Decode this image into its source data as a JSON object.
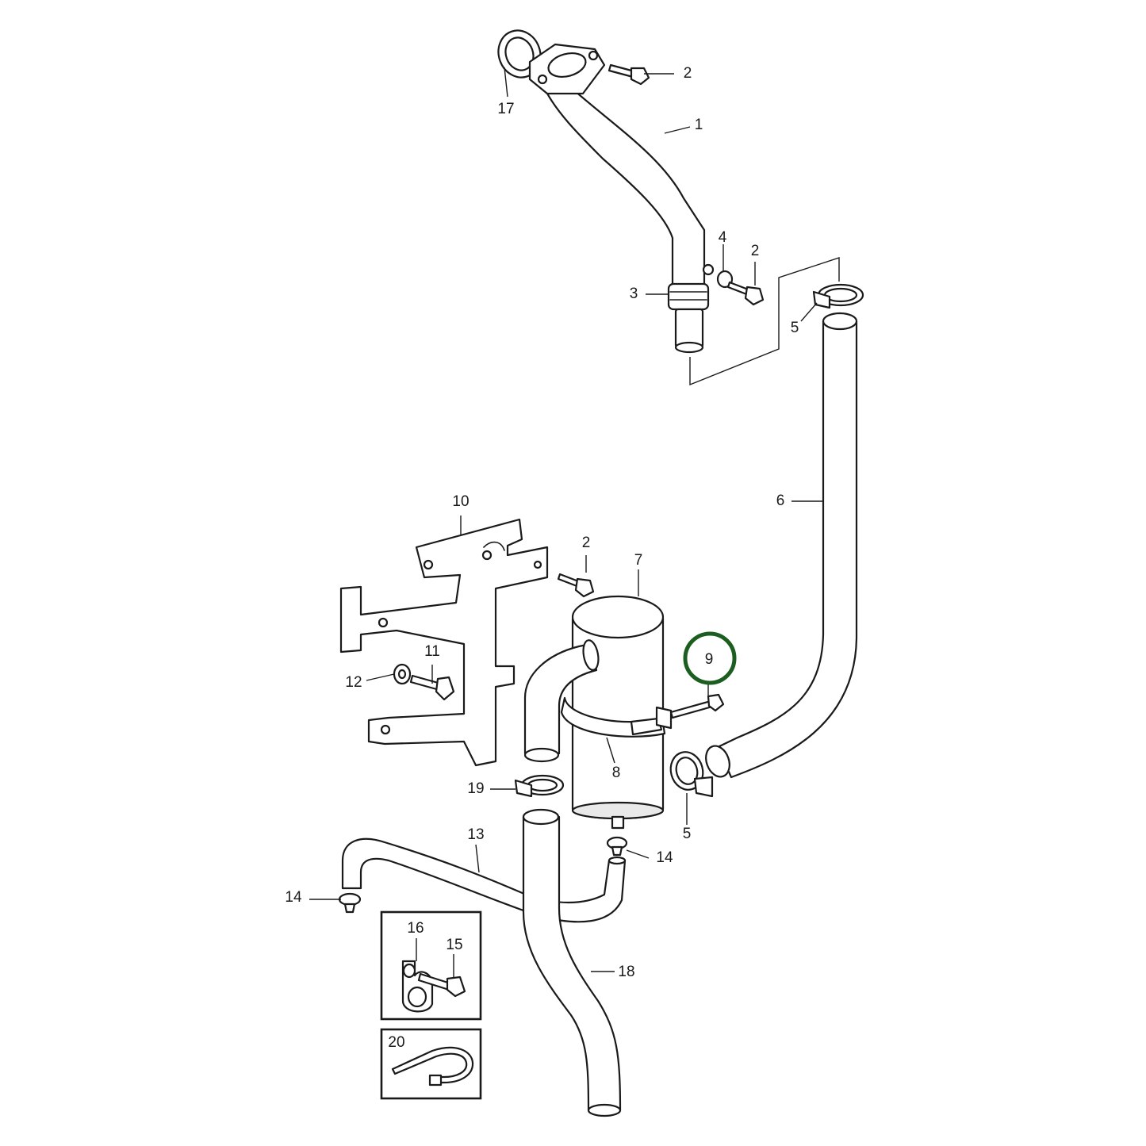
{
  "callouts": [
    {
      "id": "c1",
      "text": "1"
    },
    {
      "id": "c2a",
      "text": "2"
    },
    {
      "id": "c2b",
      "text": "2"
    },
    {
      "id": "c2c",
      "text": "2"
    },
    {
      "id": "c3",
      "text": "3"
    },
    {
      "id": "c4",
      "text": "4"
    },
    {
      "id": "c5a",
      "text": "5"
    },
    {
      "id": "c5b",
      "text": "5"
    },
    {
      "id": "c6",
      "text": "6"
    },
    {
      "id": "c7",
      "text": "7"
    },
    {
      "id": "c8",
      "text": "8"
    },
    {
      "id": "c9",
      "text": "9"
    },
    {
      "id": "c10",
      "text": "10"
    },
    {
      "id": "c11",
      "text": "11"
    },
    {
      "id": "c12",
      "text": "12"
    },
    {
      "id": "c13",
      "text": "13"
    },
    {
      "id": "c14a",
      "text": "14"
    },
    {
      "id": "c14b",
      "text": "14"
    },
    {
      "id": "c15",
      "text": "15"
    },
    {
      "id": "c16",
      "text": "16"
    },
    {
      "id": "c17",
      "text": "17"
    },
    {
      "id": "c18",
      "text": "18"
    },
    {
      "id": "c19",
      "text": "19"
    },
    {
      "id": "c20",
      "text": "20"
    }
  ],
  "highlighted_callout": "9",
  "colors": {
    "line": "#1a1a1a",
    "highlight_ring": "#1b5e20",
    "background": "#ffffff"
  }
}
